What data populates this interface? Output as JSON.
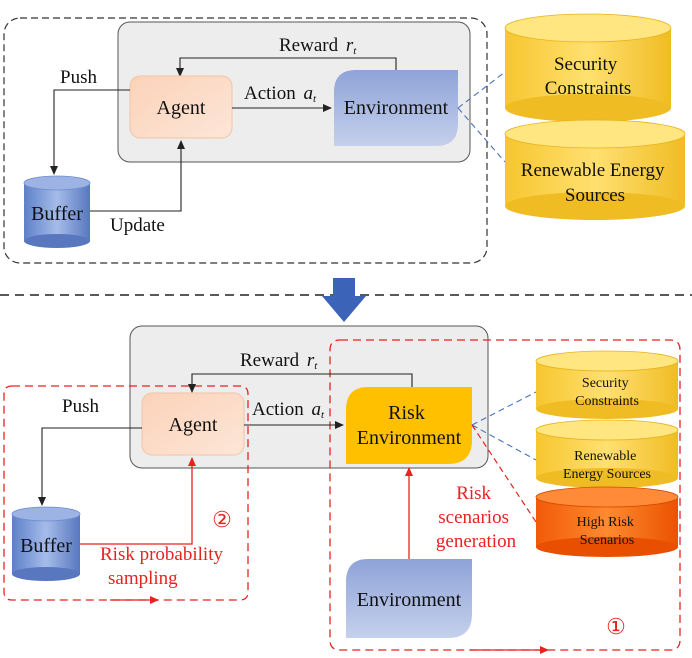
{
  "colors": {
    "cylinder_yellow": "#ffd84a",
    "cylinder_orange": "#ff6a12",
    "buffer_blue": "#7d9ad6",
    "agent_fill": "#fbd9c4",
    "environment_fill": "#9fb2de",
    "risk_env_fill": "#ffc000",
    "panel_gray": "#ededed",
    "red_accent": "#e8231e",
    "down_arrow": "#3b63b8"
  },
  "top": {
    "reward_text": "Reward",
    "reward_sub": "r",
    "reward_subscript": "t",
    "action_text": "Action",
    "action_sub": "a",
    "action_subscript": "t",
    "agent": "Agent",
    "environment": "Environment",
    "push": "Push",
    "update": "Update",
    "buffer": "Buffer",
    "security_line1": "Security",
    "security_line2": "Constraints",
    "renewable_line1": "Renewable Energy",
    "renewable_line2": "Sources"
  },
  "bottom": {
    "reward_text": "Reward",
    "reward_sub": "r",
    "reward_subscript": "t",
    "action_text": "Action",
    "action_sub": "a",
    "action_subscript": "t",
    "agent": "Agent",
    "risk_env_line1": "Risk",
    "risk_env_line2": "Environment",
    "push": "Push",
    "buffer": "Buffer",
    "environment": "Environment",
    "sampling_line1": "Risk  probability",
    "sampling_line2": "sampling",
    "gen_line1": "Risk",
    "gen_line2": "scenarios",
    "gen_line3": "generation",
    "security_line1": "Security",
    "security_line2": "Constraints",
    "renewable_line1": "Renewable",
    "renewable_line2": "Energy Sources",
    "high_risk_line1": "High Risk",
    "high_risk_line2": "Scenarios",
    "marker_one": "①",
    "marker_two": "②"
  }
}
